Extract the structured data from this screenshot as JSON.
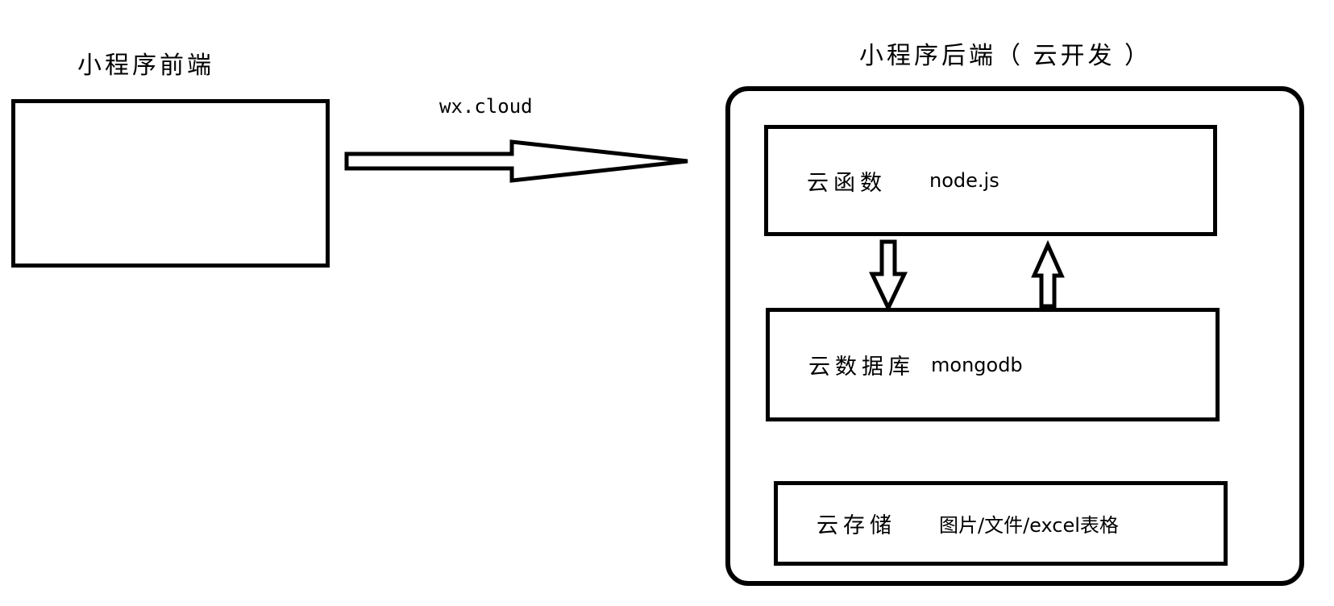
{
  "diagram": {
    "type": "architecture-flow",
    "frontend": {
      "label": "小程序前端"
    },
    "connection": {
      "label": "wx.cloud",
      "direction": "left-to-right"
    },
    "backend": {
      "label": "小程序后端（ 云开发 ）",
      "boxes": [
        {
          "name": "云函数",
          "tech": "node.js"
        },
        {
          "name": "云数据库",
          "tech": "mongodb"
        },
        {
          "name": "云存储",
          "tech": "图片/文件/excel表格"
        }
      ],
      "links": [
        {
          "from": "云函数",
          "to": "云数据库",
          "arrows": "bidirectional"
        }
      ]
    },
    "colors": {
      "line": "#000000",
      "background": "#ffffff"
    }
  }
}
